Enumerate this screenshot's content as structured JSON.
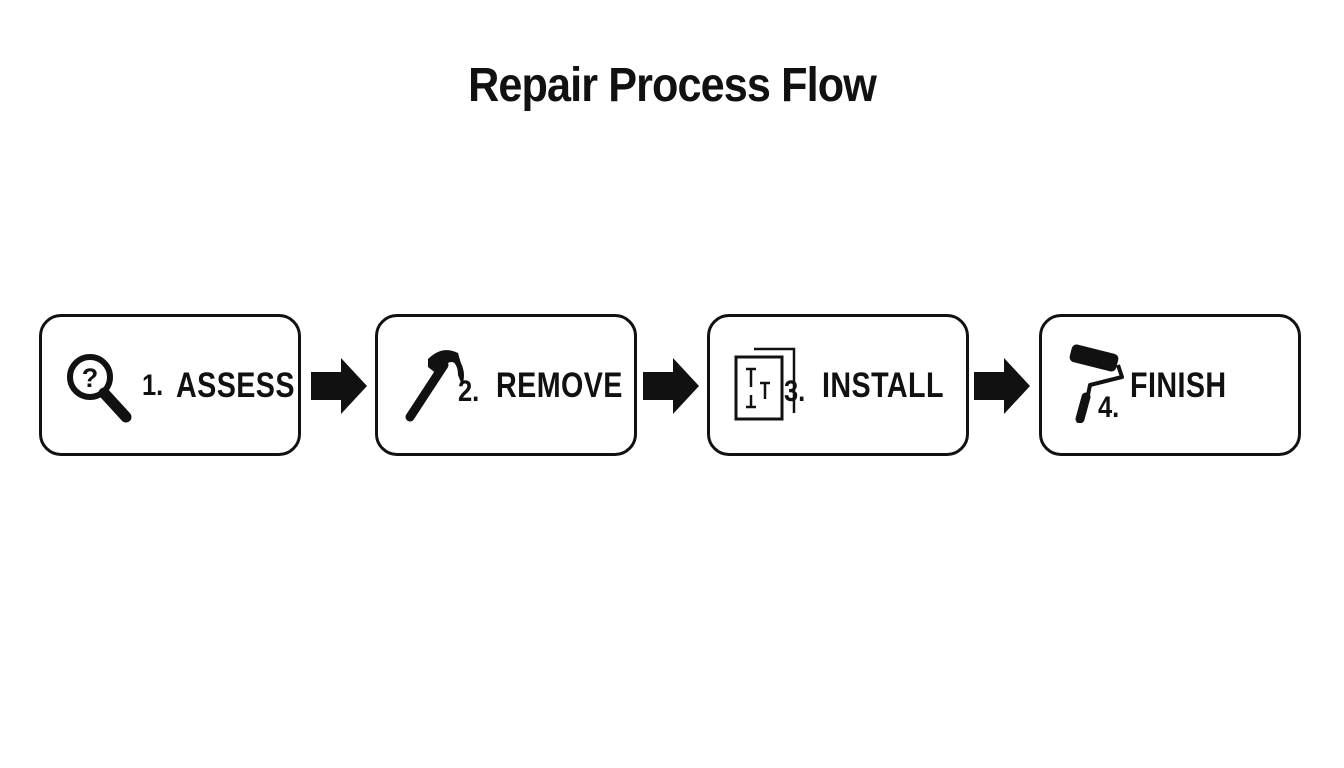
{
  "title": "Repair Process Flow",
  "steps": [
    {
      "number": "1.",
      "label": "ASSESS",
      "icon": "magnifier-question-icon"
    },
    {
      "number": "2.",
      "label": "REMOVE",
      "icon": "hammer-icon"
    },
    {
      "number": "3.",
      "label": "INSTALL",
      "icon": "panel-icon"
    },
    {
      "number": "4.",
      "label": "FINISH",
      "icon": "paint-roller-icon"
    }
  ],
  "connector_icon": "right-arrow-icon",
  "colors": {
    "stroke": "#111111",
    "background": "#ffffff"
  }
}
